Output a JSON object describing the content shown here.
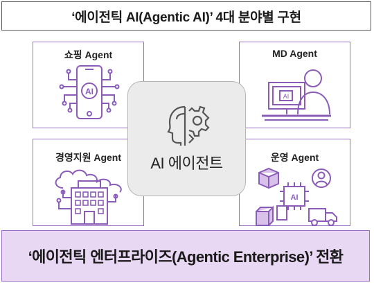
{
  "title": "‘에이전틱 AI(Agentic AI)’ 4대 분야별 구현",
  "center": {
    "label": "AI 에이전트",
    "icon": "ai-head-gear-icon"
  },
  "cards": {
    "shopping": {
      "label": "쇼핑 Agent",
      "icon": "ai-smartphone-icon"
    },
    "md": {
      "label": "MD Agent",
      "icon": "ai-desktop-user-icon"
    },
    "management": {
      "label": "경영지원 Agent",
      "icon": "cloud-building-icon"
    },
    "operations": {
      "label": "운영 Agent",
      "icon": "logistics-ai-icon"
    }
  },
  "bottom": "‘에이전틱 엔터프라이즈(Agentic Enterprise)’ 전환",
  "colors": {
    "accent": "#9a6cc8",
    "accent_fill": "#e9d8f3",
    "center_fill": "#ebebeb"
  }
}
